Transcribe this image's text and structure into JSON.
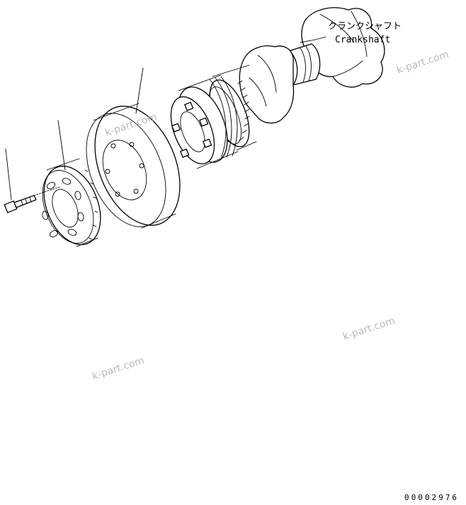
{
  "labels": {
    "crankshaft_jp": "クランクシャフト",
    "crankshaft_en": "Crankshaft"
  },
  "watermarks": [
    "k-part.com",
    "k-part.com",
    "k-part.com",
    "k-part.com"
  ],
  "drawing_number": "00002976"
}
